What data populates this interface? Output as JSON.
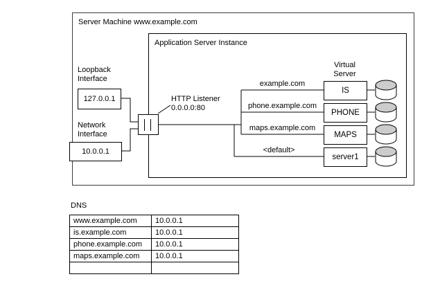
{
  "diagram": {
    "outer_title": "Server Machine www.example.com",
    "inner_title": "Application Server Instance",
    "loopback": {
      "label": "Loopback\nInterface",
      "address": "127.0.0.1"
    },
    "network": {
      "label": "Network\nInterface",
      "address": "10.0.0.1"
    },
    "listener": {
      "label": "HTTP Listener\n0.0.0.0:80"
    },
    "virtual_server_heading": "Virtual\nServer",
    "routes": [
      {
        "host": "example.com",
        "server": "IS"
      },
      {
        "host": "phone.example.com",
        "server": "PHONE"
      },
      {
        "host": "maps.example.com",
        "server": "MAPS"
      },
      {
        "host": "<default>",
        "server": "server1"
      }
    ]
  },
  "dns": {
    "label": "DNS",
    "rows": [
      {
        "host": "www.example.com",
        "ip": "10.0.0.1"
      },
      {
        "host": "is.example.com",
        "ip": "10.0.0.1"
      },
      {
        "host": "phone.example.com",
        "ip": "10.0.0.1"
      },
      {
        "host": "maps.example.com",
        "ip": "10.0.0.1"
      },
      {
        "host": "",
        "ip": ""
      }
    ]
  },
  "colors": {
    "line": "#000000",
    "outer_border": "#3c3c3c",
    "cylinder_top": "#cccccc",
    "background": "#ffffff"
  }
}
